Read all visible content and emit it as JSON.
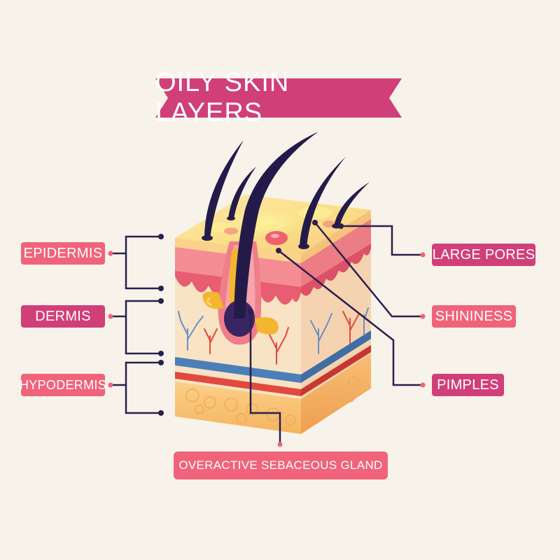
{
  "title": "OILY SKIN LAYERS",
  "labels": {
    "epidermis": "EPIDERMIS",
    "dermis": "DERMIS",
    "hypodermis": "HYPODERMIS",
    "large_pores": "LARGE PORES",
    "shininess": "SHININESS",
    "pimples": "PIMPLES",
    "sebaceous_gland": "OVERACTIVE SEBACEOUS GLAND"
  },
  "colors": {
    "background": "#f7f3ea",
    "title_banner": "#d13f78",
    "label_pink": "#f0637a",
    "label_magenta": "#d13f78",
    "leader_line": "#2a1f4f",
    "hair": "#241a4a"
  }
}
